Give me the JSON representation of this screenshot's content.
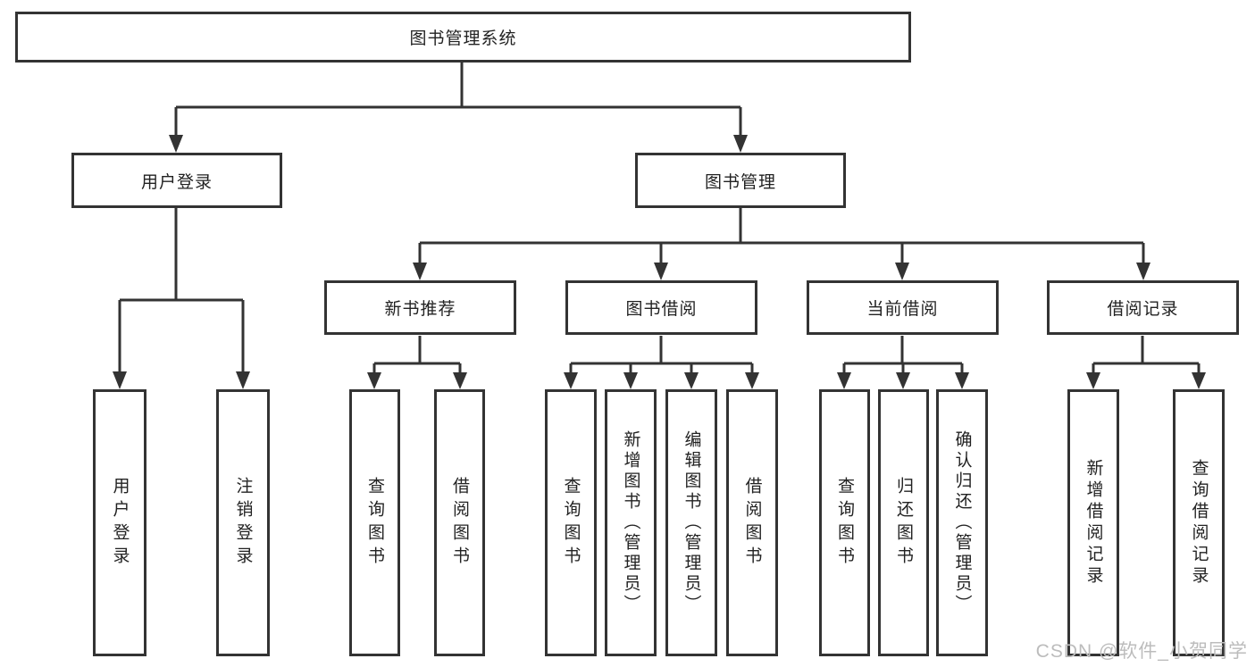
{
  "diagram": {
    "type": "hierarchy-tree",
    "colors": {
      "background": "#ffffff",
      "box_border": "#333333",
      "line": "#333333",
      "text": "#222222",
      "watermark": "#bcbcbc"
    },
    "watermark": "CSDN @软件_小贺同学",
    "nodes": {
      "root": {
        "label": "图书管理系统"
      },
      "user_login": {
        "label": "用户登录"
      },
      "book_mgmt": {
        "label": "图书管理"
      },
      "new_book_rec": {
        "label": "新书推荐"
      },
      "book_borrow": {
        "label": "图书借阅"
      },
      "current_borrow": {
        "label": "当前借阅"
      },
      "borrow_records": {
        "label": "借阅记录"
      },
      "leaf_user_login": {
        "label": "用户登录"
      },
      "leaf_logout": {
        "label": "注销登录"
      },
      "leaf_nb_query": {
        "label": "查询图书"
      },
      "leaf_nb_borrow": {
        "label": "借阅图书"
      },
      "leaf_bb_query": {
        "label": "查询图书"
      },
      "leaf_bb_add": {
        "label": "新增图书（管理员）"
      },
      "leaf_bb_edit": {
        "label": "编辑图书（管理员）"
      },
      "leaf_bb_borrow": {
        "label": "借阅图书"
      },
      "leaf_cb_query": {
        "label": "查询图书"
      },
      "leaf_cb_return": {
        "label": "归还图书"
      },
      "leaf_cb_confirm": {
        "label": "确认归还（管理员）"
      },
      "leaf_br_add": {
        "label": "新增借阅记录"
      },
      "leaf_br_query": {
        "label": "查询借阅记录"
      }
    },
    "edges": [
      "图书管理系统→用户登录",
      "图书管理系统→图书管理",
      "用户登录→用户登录",
      "用户登录→注销登录",
      "图书管理→新书推荐",
      "图书管理→图书借阅",
      "图书管理→当前借阅",
      "图书管理→借阅记录",
      "新书推荐→查询图书",
      "新书推荐→借阅图书",
      "图书借阅→查询图书",
      "图书借阅→新增图书（管理员）",
      "图书借阅→编辑图书（管理员）",
      "图书借阅→借阅图书",
      "当前借阅→查询图书",
      "当前借阅→归还图书",
      "当前借阅→确认归还（管理员）",
      "借阅记录→新增借阅记录",
      "借阅记录→查询借阅记录"
    ]
  }
}
